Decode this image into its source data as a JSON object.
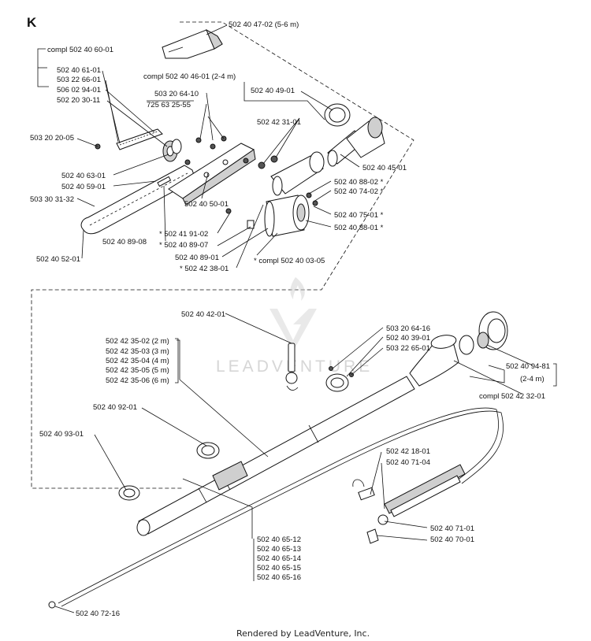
{
  "section_letter": "K",
  "watermark": "LEADVENTURE",
  "footer": "Rendered by LeadVenture, Inc.",
  "labels": [
    {
      "id": "p1",
      "text": "502 40 47-02 (5-6 m)"
    },
    {
      "id": "p2",
      "text": "compl 502 40 60-01"
    },
    {
      "id": "p3",
      "text": "502 40 61-01"
    },
    {
      "id": "p4",
      "text": "503 22 66-01"
    },
    {
      "id": "p5",
      "text": "506 02 94-01"
    },
    {
      "id": "p6",
      "text": "502 20 30-11"
    },
    {
      "id": "p7",
      "text": "compl 502 40 46-01 (2-4 m)"
    },
    {
      "id": "p8",
      "text": "502 40 49-01"
    },
    {
      "id": "p9",
      "text": "503 20 64-10"
    },
    {
      "id": "p10",
      "text": "725 63 25-55"
    },
    {
      "id": "p11",
      "text": "502 42 31-01"
    },
    {
      "id": "p12",
      "text": "503 20 20-05"
    },
    {
      "id": "p13",
      "text": "502 40 45-01"
    },
    {
      "id": "p14",
      "text": "502 40 63-01"
    },
    {
      "id": "p15",
      "text": "502 40 59-01"
    },
    {
      "id": "p16",
      "text": "502 40 88-02  *"
    },
    {
      "id": "p17",
      "text": "502 40 74-02  *"
    },
    {
      "id": "p18",
      "text": "503 30 31-32"
    },
    {
      "id": "p19",
      "text": "502 40 50-01"
    },
    {
      "id": "p20",
      "text": "502 40 75-01  *"
    },
    {
      "id": "p21",
      "text": "502 40 88-01  *"
    },
    {
      "id": "p22",
      "text": "*  502 41 91-02"
    },
    {
      "id": "p23",
      "text": "502 40 89-08"
    },
    {
      "id": "p24",
      "text": "*  502 40 89-07"
    },
    {
      "id": "p25",
      "text": "502 40 52-01"
    },
    {
      "id": "p26",
      "text": "502 40 89-01"
    },
    {
      "id": "p27",
      "text": "*  compl 502 40 03-05"
    },
    {
      "id": "p28",
      "text": "*  502 42 38-01"
    },
    {
      "id": "p29",
      "text": "502 40 42-01"
    },
    {
      "id": "p30",
      "text": "503 20 64-16"
    },
    {
      "id": "p31",
      "text": "502 40 39-01"
    },
    {
      "id": "p32",
      "text": "503 22 65-01"
    },
    {
      "id": "p33",
      "text": "502 42 35-02 (2 m)"
    },
    {
      "id": "p34",
      "text": "502 42 35-03 (3 m)"
    },
    {
      "id": "p35",
      "text": "502 42 35-04 (4 m)"
    },
    {
      "id": "p36",
      "text": "502 42 35-05 (5 m)"
    },
    {
      "id": "p37",
      "text": "502 42 35-06 (6 m)"
    },
    {
      "id": "p38",
      "text": "502 40 94-81"
    },
    {
      "id": "p39",
      "text": "(2-4 m)"
    },
    {
      "id": "p40",
      "text": "compl 502 42 32-01"
    },
    {
      "id": "p41",
      "text": "502 40 92-01"
    },
    {
      "id": "p42",
      "text": "502 40 93-01"
    },
    {
      "id": "p43",
      "text": "502 42 18-01"
    },
    {
      "id": "p44",
      "text": "502 40 71-04"
    },
    {
      "id": "p45",
      "text": "502 40 71-01"
    },
    {
      "id": "p46",
      "text": "502 40 70-01"
    },
    {
      "id": "p47",
      "text": "502 40 65-12"
    },
    {
      "id": "p48",
      "text": "502 40 65-13"
    },
    {
      "id": "p49",
      "text": "502 40 65-14"
    },
    {
      "id": "p50",
      "text": "502 40 65-15"
    },
    {
      "id": "p51",
      "text": "502 40 65-16"
    },
    {
      "id": "p52",
      "text": "502 40 72-16"
    }
  ]
}
